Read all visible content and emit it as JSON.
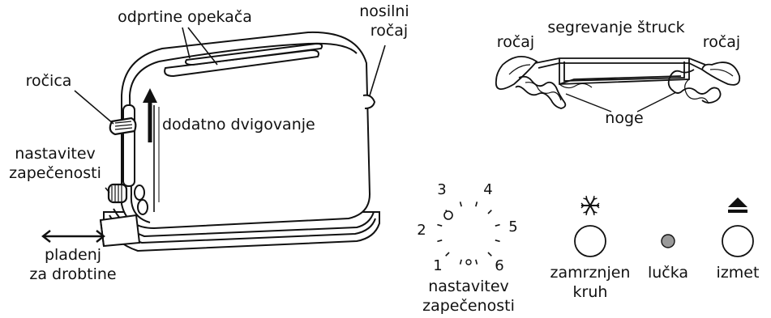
{
  "labels": {
    "slots": "odprtine opekača",
    "carry_handle_line1": "nosilni",
    "carry_handle_line2": "ročaj",
    "lever": "ročica",
    "extra_lift": "dodatno dvigovanje",
    "browning_line1": "nastavitev",
    "browning_line2": "zapečenosti",
    "crumb_tray_line1": "pladenj",
    "crumb_tray_line2": "za drobtine",
    "bun_warmer": "segrevanje štruck",
    "handle_left": "ročaj",
    "handle_right": "ročaj",
    "legs": "noge",
    "dial_title_line1": "nastavitev",
    "dial_title_line2": "zapečenosti",
    "frozen_line1": "zamrznjen",
    "frozen_line2": "kruh",
    "lamp": "lučka",
    "eject": "izmet"
  },
  "dial": {
    "numbers": [
      "1",
      "2",
      "3",
      "4",
      "5",
      "6"
    ]
  },
  "icons": {
    "frozen": "snowflake-icon",
    "eject": "eject-icon"
  },
  "colors": {
    "line": "#111111",
    "lamp_fill": "#9a9a9a",
    "background": "#ffffff"
  }
}
